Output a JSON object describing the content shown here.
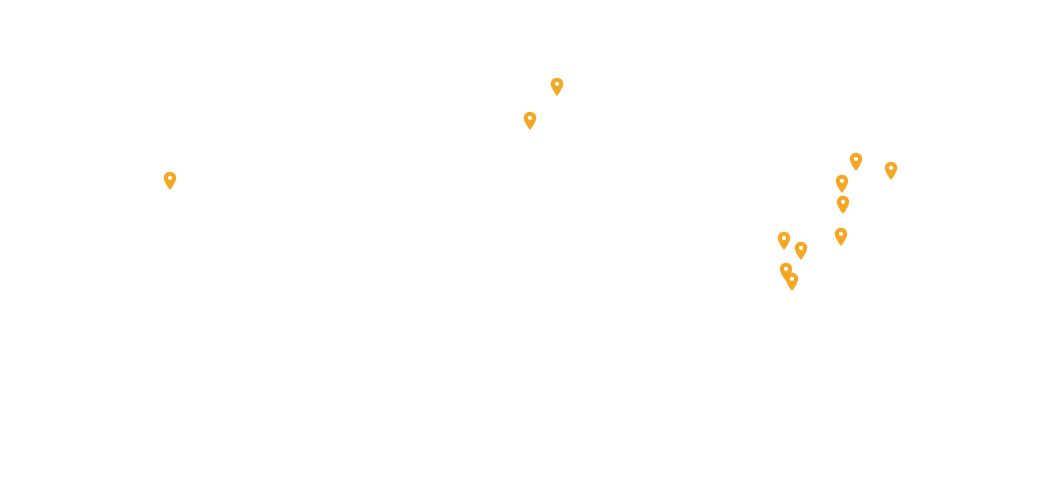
{
  "map": {
    "marker_color": "#F5A623",
    "marker_icon": "map-pin-icon",
    "marker_count": 12,
    "markers": [
      {
        "id": "m1"
      },
      {
        "id": "m2"
      },
      {
        "id": "m3"
      },
      {
        "id": "m4"
      },
      {
        "id": "m5"
      },
      {
        "id": "m6"
      },
      {
        "id": "m7"
      },
      {
        "id": "m8"
      },
      {
        "id": "m9"
      },
      {
        "id": "m10"
      },
      {
        "id": "m11"
      },
      {
        "id": "m12"
      }
    ]
  }
}
